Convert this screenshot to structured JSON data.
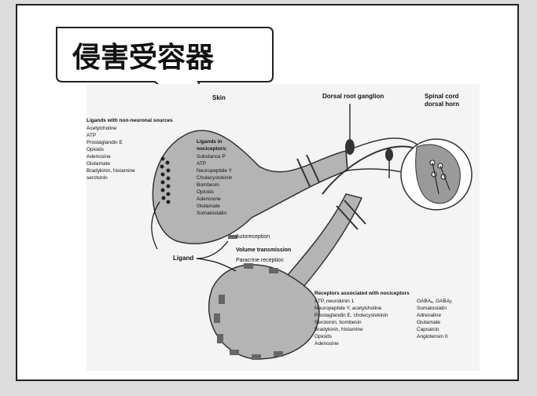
{
  "title": "侵害受容器",
  "labels": {
    "skin": "Skin",
    "drg": "Dorsal root ganglion",
    "spinal_1": "Spinal cord",
    "spinal_2": "dorsal horn",
    "autoreception": "Autoreception",
    "volume": "Volume transmission",
    "paracrine": "Paracrine reception",
    "ligand": "Ligand"
  },
  "non_neuronal": {
    "heading": "Ligands with non-neuronal sources",
    "items": [
      "Acetylcholine",
      "ATP",
      "Prostaglandin E",
      "Opioids",
      "Adenosine",
      "Glutamate",
      "Bradykinin, histamine",
      "serotonin"
    ]
  },
  "in_nociceptors": {
    "heading1": "Ligands in",
    "heading2": "nociceptors:",
    "items": [
      "Substance P",
      "ATP",
      "Neuropeptide Y",
      "Cholecystokinin",
      "Bombesin",
      "Opioids",
      "Adenosine",
      "Glutamate",
      "Somatostatin"
    ]
  },
  "receptors": {
    "heading": "Receptors associated with nociceptors",
    "left": [
      "ATP, neurokinin 1",
      "Neuropeptide Y, acetylcholine",
      "Prostaglandin E, cholecystokinin",
      "Serotonin, bombesin",
      "Bradykinin, histamine",
      "Opioids",
      "Adenosine"
    ],
    "right": [
      "GABAₐ, GABAᵦ",
      "Somatostatin",
      "Adrenaline",
      "Glutamate",
      "Capsaicin",
      "Angiotensin II"
    ]
  },
  "colors": {
    "neuron": "#b4b4b4",
    "cord": "#9a9a9a",
    "receptor": "#666666"
  }
}
